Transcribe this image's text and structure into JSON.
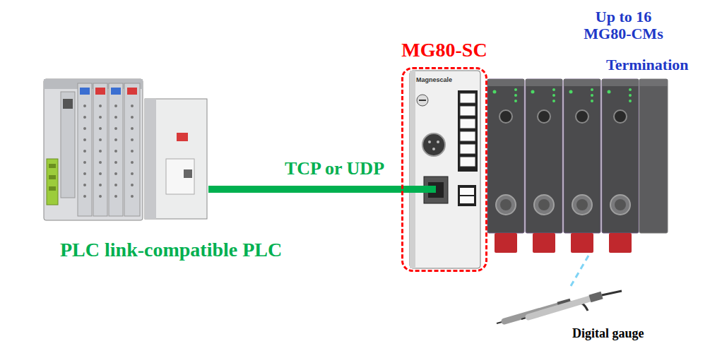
{
  "diagram": {
    "nodes": [
      {
        "text": [
          "PLC link-compatible PLC"
        ]
      },
      {
        "text": [
          "MG80-SC"
        ]
      },
      {
        "text": [
          "Up to 16 MG80-CMs"
        ]
      },
      {
        "text": [
          "Termination"
        ]
      },
      {
        "text": [
          "Digital gauge"
        ]
      }
    ],
    "edges": [
      {
        "from": 0,
        "to": 1,
        "arrow": "none",
        "label": "TCP or UDP"
      },
      {
        "from": 2,
        "to": 4,
        "arrow": "none"
      }
    ],
    "labels": [
      "Magnescale"
    ]
  }
}
